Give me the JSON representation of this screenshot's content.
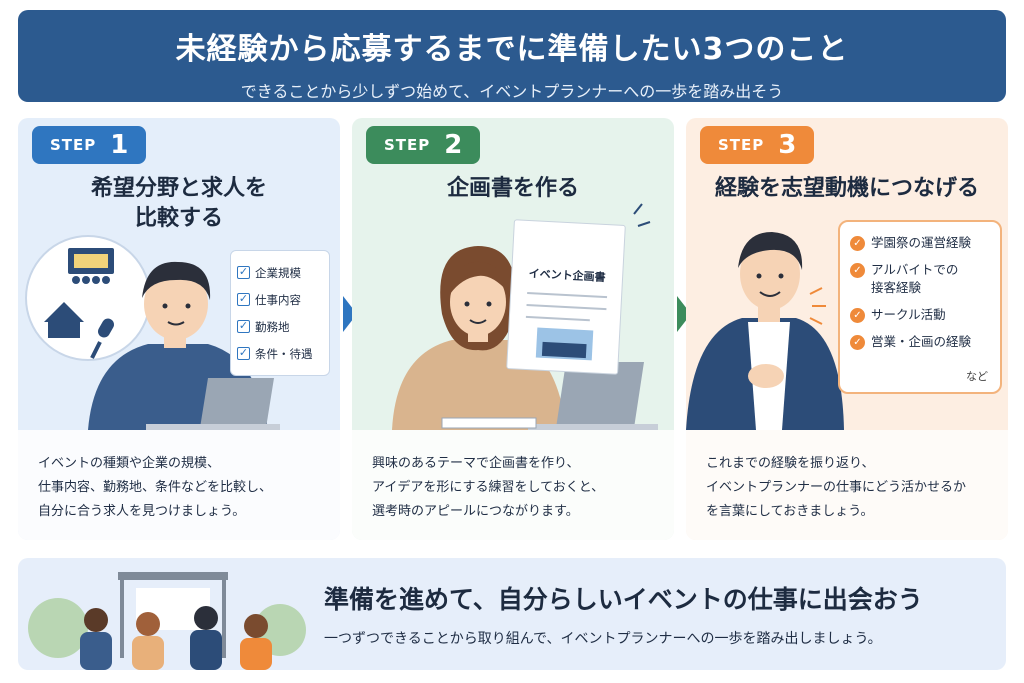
{
  "header": {
    "title": "未経験から応募するまでに準備したい3つのこと",
    "subtitle": "できることから少しずつ始めて、イベントプランナーへの一歩を踏み出そう"
  },
  "steps": [
    {
      "step_label": "STEP",
      "number": "1",
      "title_line1": "希望分野と求人を",
      "title_line2": "比較する",
      "checklist": [
        "企業規模",
        "仕事内容",
        "勤務地",
        "条件・待遇"
      ],
      "description": [
        "イベントの種類や企業の規模、",
        "仕事内容、勤務地、条件などを比較し、",
        "自分に合う求人を見つけましょう。"
      ]
    },
    {
      "step_label": "STEP",
      "number": "2",
      "title_line1": "企画書を作る",
      "document_label": "イベント企画書",
      "description": [
        "興味のあるテーマで企画書を作り、",
        "アイデアを形にする練習をしておくと、",
        "選考時のアピールにつながります。"
      ]
    },
    {
      "step_label": "STEP",
      "number": "3",
      "title_line1": "経験を志望動機につなげる",
      "experiences": [
        "学園祭の運営経験",
        "アルバイトでの接客経験",
        "サークル活動",
        "営業・企画の経験"
      ],
      "experiences_etc": "など",
      "description": [
        "これまでの経験を振り返り、",
        "イベントプランナーの仕事にどう活かせるか",
        "を言葉にしておきましょう。"
      ]
    }
  ],
  "footer": {
    "title": "準備を進めて、自分らしいイベントの仕事に出会おう",
    "subtitle": "一つずつできることから取り組んで、イベントプランナーへの一歩を踏み出しましょう。"
  },
  "colors": {
    "header_bg": "#2c5a8f",
    "step1": "#2f76c0",
    "step2": "#3c8c5c",
    "step3": "#ef8a3a"
  },
  "icons": [
    "check-icon",
    "microphone-icon",
    "tent-icon",
    "stage-icon",
    "lightbulb-icon",
    "laptop-icon",
    "person-icon"
  ]
}
